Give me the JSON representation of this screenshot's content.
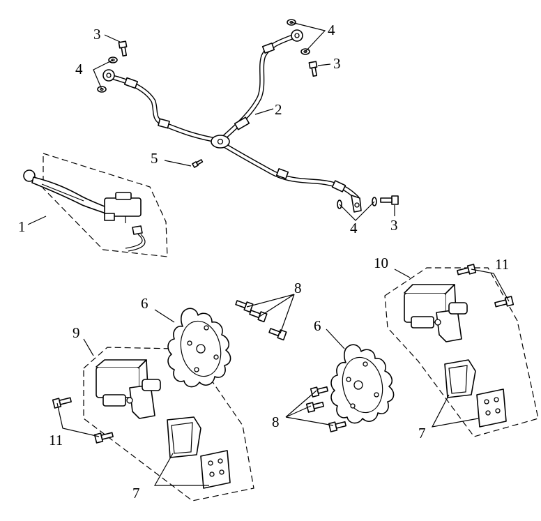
{
  "callouts": {
    "c1": "1",
    "c2": "2",
    "c3a": "3",
    "c3b": "3",
    "c3c": "3",
    "c4a": "4",
    "c4b": "4",
    "c4c": "4",
    "c5": "5",
    "c6a": "6",
    "c6b": "6",
    "c7a": "7",
    "c7b": "7",
    "c8a": "8",
    "c8b": "8",
    "c9": "9",
    "c10": "10",
    "c11a": "11",
    "c11b": "11"
  }
}
